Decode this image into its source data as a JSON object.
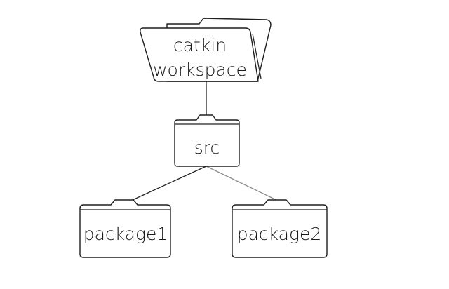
{
  "diagram": {
    "root": {
      "label_line1": "catkin",
      "label_line2": "workspace",
      "icon": "open-folder-icon"
    },
    "src": {
      "label": "src",
      "icon": "folder-icon"
    },
    "packages": [
      {
        "label": "package1",
        "icon": "folder-icon"
      },
      {
        "label": "package2",
        "icon": "folder-icon"
      }
    ],
    "edges": [
      {
        "from": "root",
        "to": "src"
      },
      {
        "from": "src",
        "to": "package1"
      },
      {
        "from": "src",
        "to": "package2"
      }
    ]
  }
}
